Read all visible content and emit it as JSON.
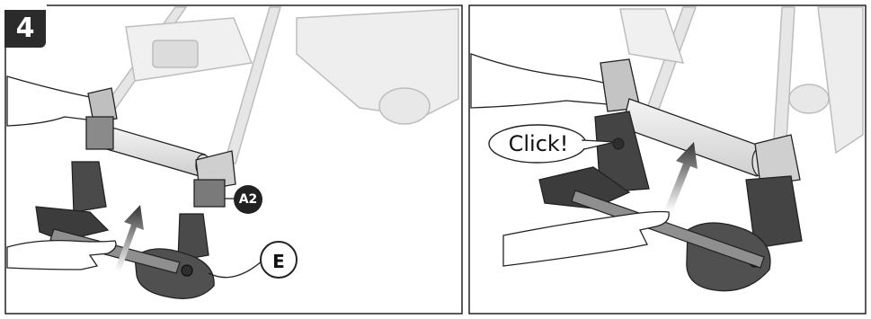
{
  "step": {
    "number": "4"
  },
  "callouts": {
    "a2": "A2",
    "e": "E",
    "click": "Click!"
  }
}
